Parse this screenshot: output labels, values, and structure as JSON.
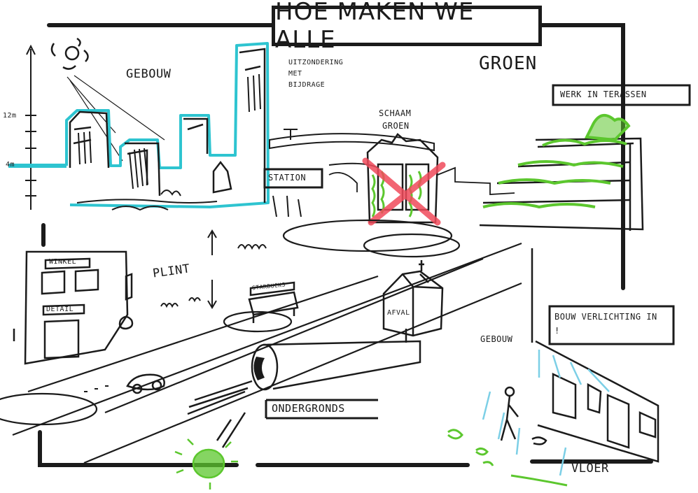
{
  "title": "HOE MAKEN WE ALLE",
  "labels": {
    "groen": "GROEN",
    "gebouw_top": "GEBOUW",
    "uitzondering": [
      "UITZONDERING",
      "MET",
      "BIJDRAGE"
    ],
    "schaamgroen": [
      "SCHAAM",
      "GROEN"
    ],
    "station": "STATION",
    "werk_in_terassen": "WERK IN TERASSEN",
    "winkel": "WINKEL",
    "detail": "DETAIL",
    "plint": "PLINT",
    "starbucks": "STARBUCKS",
    "afval": "AFVAL",
    "bouw_verlichting": "BOUW VERLICHTING IN !",
    "gebouw_right": "GEBOUW",
    "ondergronds": "ONDERGRONDS",
    "vloer": "VLOER",
    "height_12m": "12m",
    "height_4m": "4m"
  },
  "colors": {
    "ink": "#1b1b1b",
    "cyan": "#2ec4d0",
    "green": "#5cc72e",
    "red_cross": "#f04a5a",
    "light_blue": "#7ccfe6"
  }
}
